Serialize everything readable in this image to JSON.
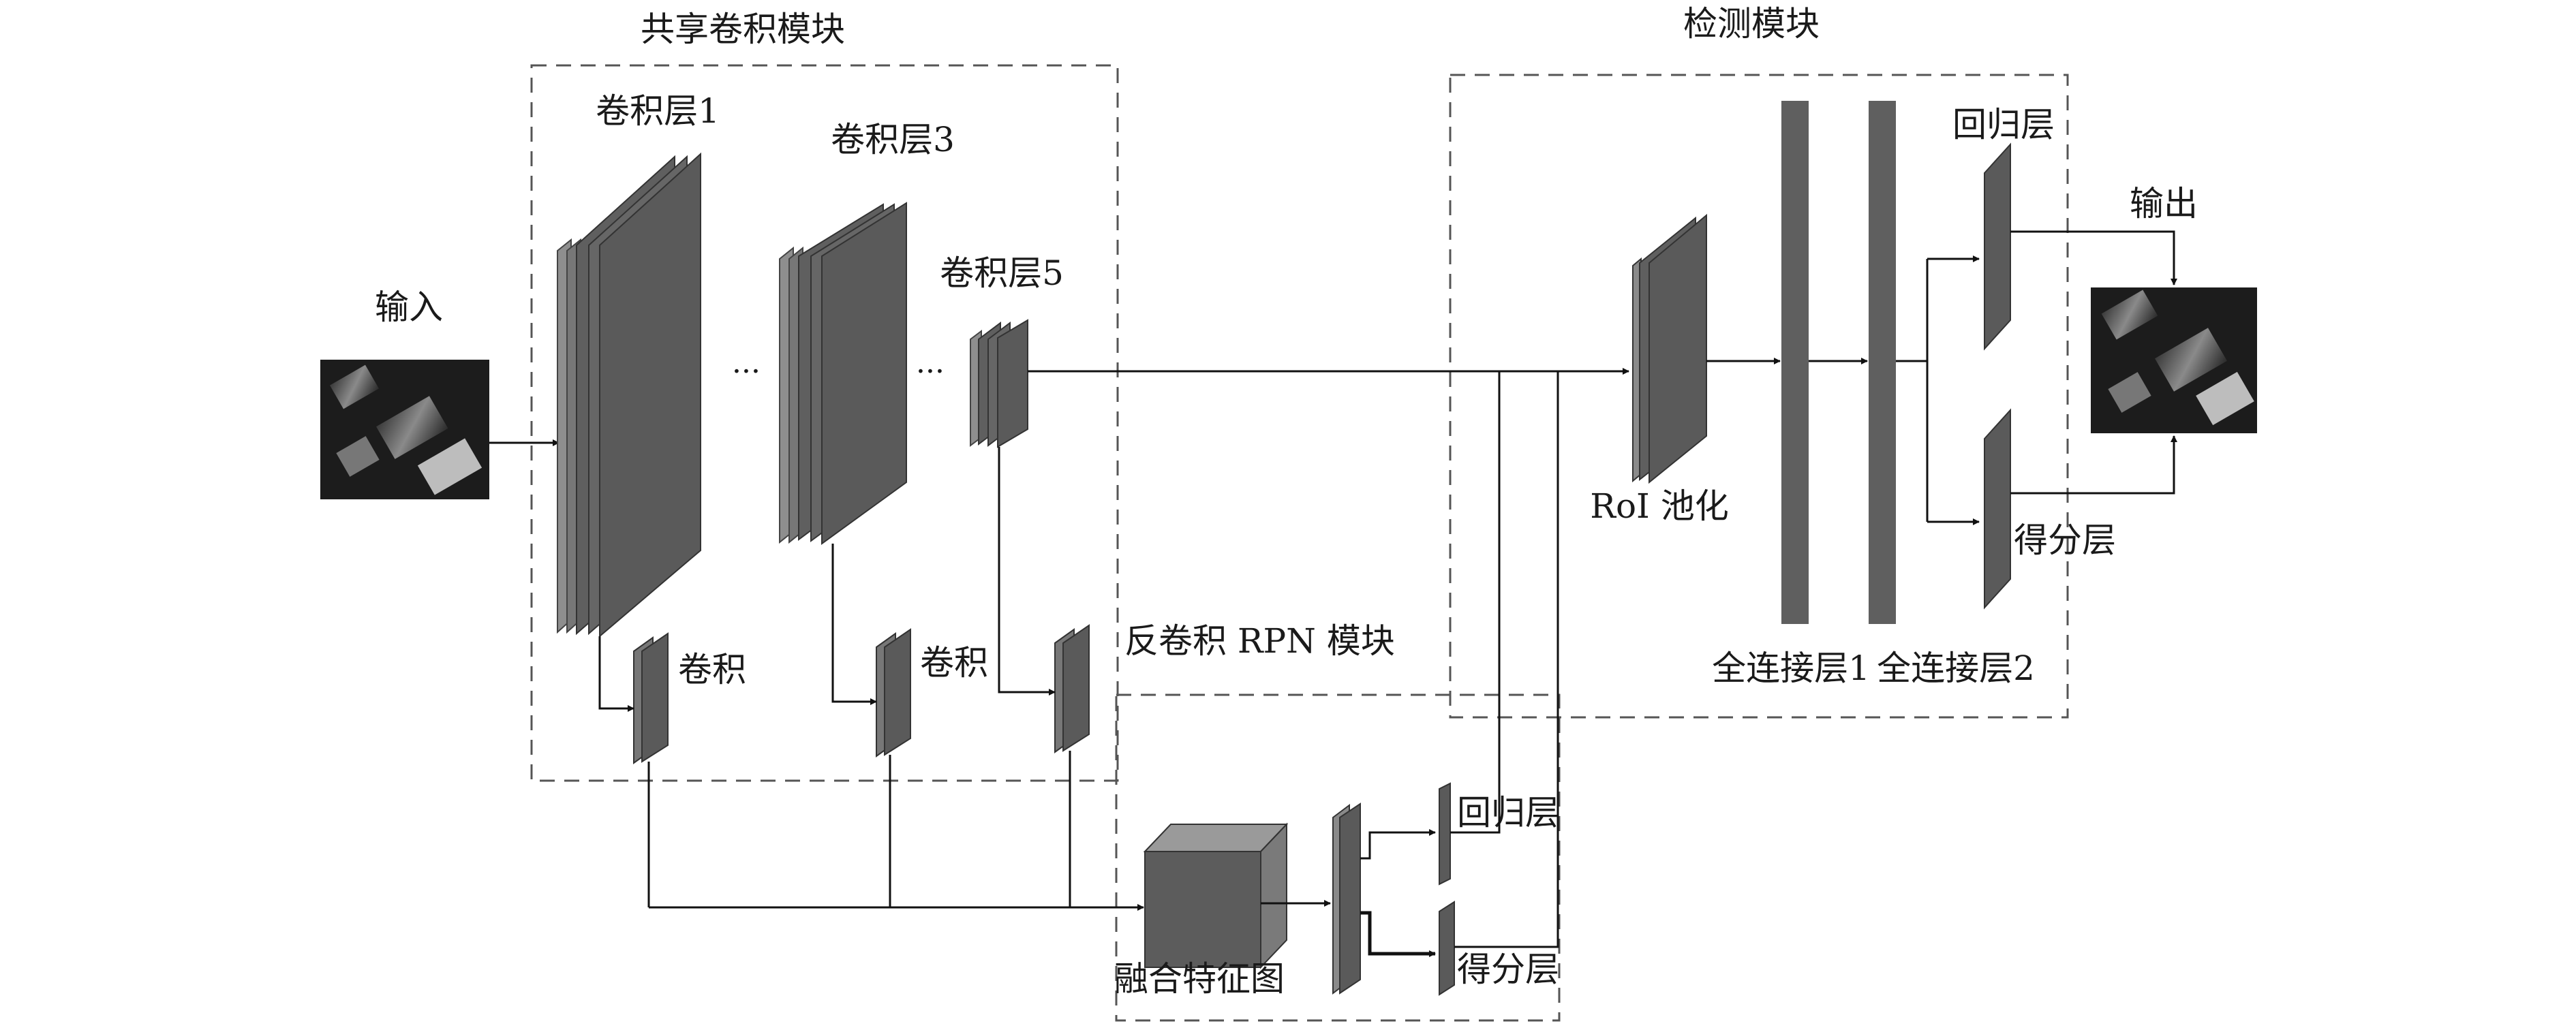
{
  "modules": {
    "shared_conv": "共享卷积模块",
    "detection": "检测模块",
    "deconv_rpn": "反卷积  RPN 模块"
  },
  "io": {
    "input": "输入",
    "output": "输出"
  },
  "shared_conv": {
    "conv1": "卷积层1",
    "conv3": "卷积层3",
    "conv5": "卷积层5",
    "ellipsis_1": "···",
    "ellipsis_2": "···",
    "branch_conv_1": "卷积",
    "branch_conv_2": "卷积"
  },
  "rpn": {
    "fused_feature_map": "融合特征图",
    "regression_layer": "回归层",
    "score_layer": "得分层"
  },
  "detection": {
    "roi_pooling": "RoI 池化",
    "fc1": "全连接层1",
    "fc2": "全连接层2",
    "regression_layer": "回归层",
    "score_layer": "得分层"
  },
  "colors": {
    "layer_fill": "#5e5e5e",
    "layer_edge": "#9a9a9a",
    "line": "#111111",
    "dash": "#555555"
  }
}
